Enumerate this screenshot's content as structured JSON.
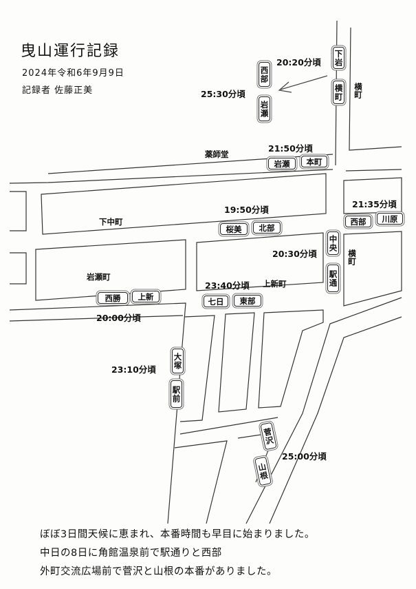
{
  "header": {
    "title": "曳山運行記録",
    "date": "2024年令和6年9月9日",
    "recorder": "記録者 佐藤正美"
  },
  "times": {
    "t2020": "20:20分頃",
    "t2530": "25:30分頃",
    "t2150": "21:50分頃",
    "t2135": "21:35分頃",
    "t1950": "19:50分頃",
    "t2030": "20:30分頃",
    "t2340": "23:40分頃",
    "t2000": "20:00分頃",
    "t2310": "23:10分頃",
    "t2500": "25:00分頃"
  },
  "places": {
    "yakushido": "薬師堂",
    "shimonakamachi": "下中町",
    "iwasemachi": "岩瀬町",
    "kamishinmachi": "上新町",
    "yokomachi1": "横町",
    "yokomachi2": "横町"
  },
  "signs": {
    "shimoiwa": "下岩",
    "yokomachi": "横町",
    "seibu_top": "西部",
    "iwase_top": "岩瀬",
    "iwase_mid": "岩瀬",
    "honmachi": "本町",
    "seibu_right": "西部",
    "kawahara": "川原",
    "sakurami": "桜美",
    "hokubu": "北部",
    "chuo": "中央",
    "ekidori": "駅通",
    "saisho": "西勝",
    "kamishin": "上新",
    "nanoka": "七日",
    "tobu": "東部",
    "otsuka": "大塚",
    "ekimae": "駅前",
    "sugesawa": "菅沢",
    "yamane": "山根"
  },
  "footer": {
    "line1": "ぼぼ3日間天候に恵まれ、本番時間も早目に始まりました。",
    "line2": "中日の8日に角館温泉前で駅通りと西部",
    "line3": "外町交流広場前で菅沢と山根の本番がありました。"
  }
}
